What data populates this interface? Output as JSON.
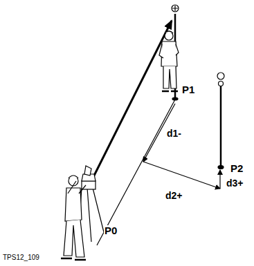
{
  "diagram": {
    "labels": [
      "P1",
      "P2",
      "P0",
      "d1-",
      "d2+",
      "d3+",
      "TPS12_109"
    ]
  }
}
